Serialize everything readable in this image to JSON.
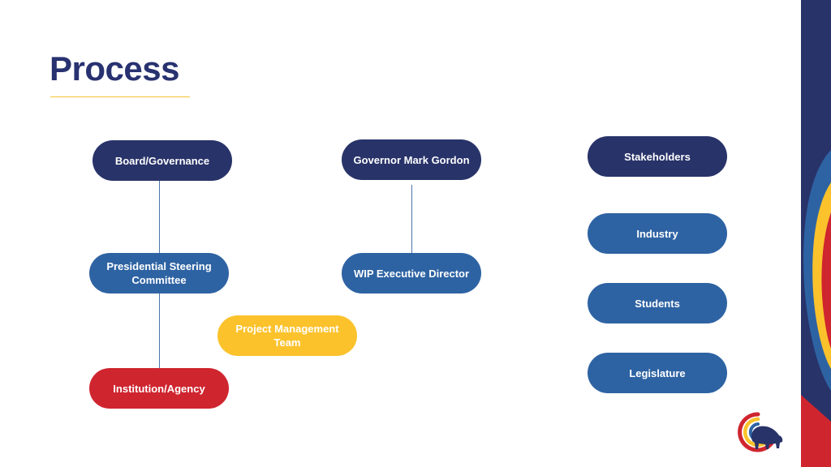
{
  "slide": {
    "title": "Process"
  },
  "nodes": {
    "board": "Board/Governance",
    "governor": "Governor Mark Gordon",
    "stakeholders": "Stakeholders",
    "industry": "Industry",
    "presidential": "Presidential Steering Committee",
    "wip": "WIP Executive Director",
    "students": "Students",
    "pmt": "Project Management Team",
    "legislature": "Legislature",
    "institution": "Institution/Agency"
  },
  "colors": {
    "title": "#283270",
    "navy": "#283369",
    "blue": "#2e63a3",
    "yellow": "#fbc22c",
    "red": "#cf252f"
  },
  "icons": {
    "logo": "bison-logo-icon"
  }
}
